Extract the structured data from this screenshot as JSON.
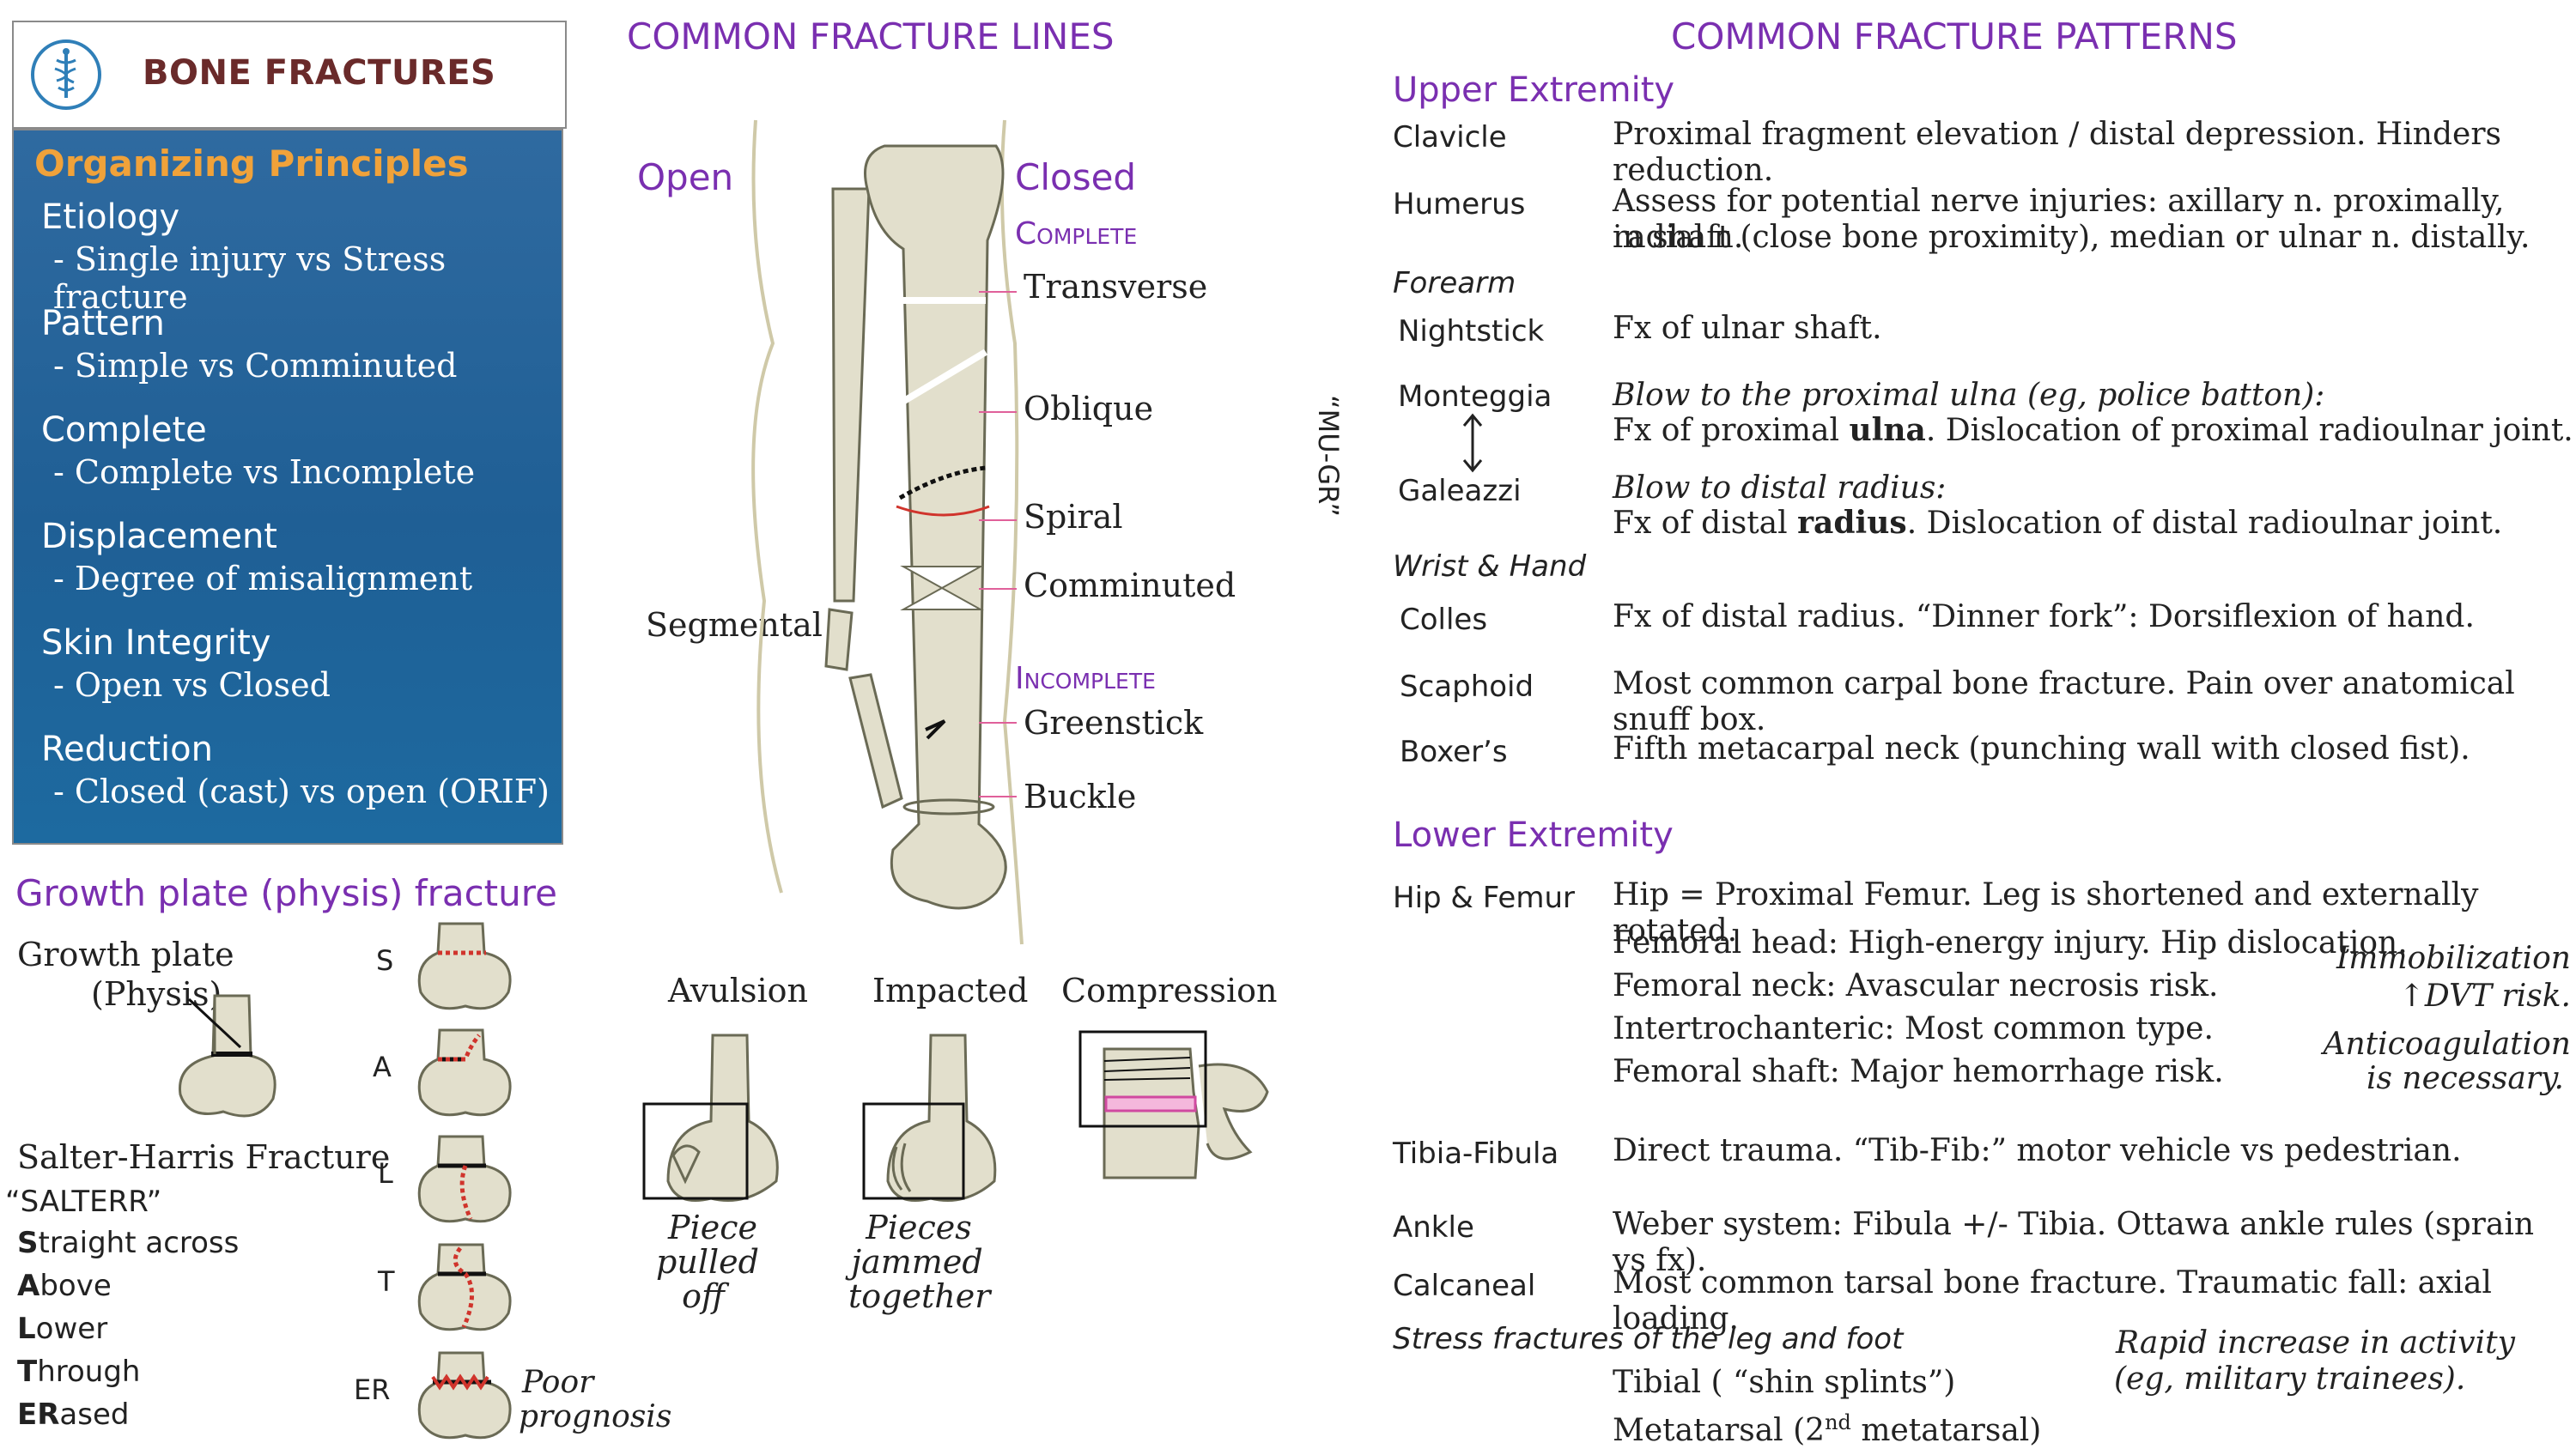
{
  "title": "BONE FRACTURES",
  "principles": {
    "heading": "Organizing Principles",
    "items": [
      {
        "label": "Etiology",
        "sub": "-  Single injury vs Stress fracture"
      },
      {
        "label": "Pattern",
        "sub": "-  Simple vs Comminuted"
      },
      {
        "label": "Complete",
        "sub": "-  Complete vs Incomplete"
      },
      {
        "label": "Displacement",
        "sub": "-  Degree of misalignment"
      },
      {
        "label": "Skin Integrity",
        "sub": "-  Open vs Closed"
      },
      {
        "label": "Reduction",
        "sub": "-  Closed (cast) vs open (ORIF)"
      }
    ]
  },
  "growth": {
    "heading": "Growth plate (physis) fracture",
    "label1": "Growth plate",
    "label2": "(Physis)",
    "salter_title": "Salter-Harris Fracture",
    "mnemonic": "“SALTERR”",
    "mnemonic_lines": [
      {
        "bold": "S",
        "rest": "traight across"
      },
      {
        "bold": "A",
        "rest": "bove"
      },
      {
        "bold": "L",
        "rest": "ower"
      },
      {
        "bold": "T",
        "rest": "hrough"
      },
      {
        "bold": "ER",
        "rest": "ased"
      }
    ],
    "types": [
      "S",
      "A",
      "L",
      "T",
      "ER"
    ],
    "poor1": "Poor",
    "poor2": "prognosis"
  },
  "lines": {
    "heading": "COMMON FRACTURE LINES",
    "open": "Open",
    "closed": "Closed",
    "complete": "Complete",
    "incomplete": "Incomplete",
    "segmental": "Segmental",
    "complete_types": [
      "Transverse",
      "Oblique",
      "Spiral",
      "Comminuted"
    ],
    "incomplete_types": [
      "Greenstick",
      "Buckle"
    ],
    "bottom": [
      {
        "title": "Avulsion",
        "caption": [
          "Piece",
          "pulled",
          "off"
        ]
      },
      {
        "title": "Impacted",
        "caption": [
          "Pieces",
          "jammed",
          "together"
        ]
      },
      {
        "title": "Compression",
        "caption": []
      }
    ]
  },
  "patterns": {
    "heading": "COMMON FRACTURE PATTERNS",
    "upper": "Upper Extremity",
    "clavicle": {
      "name": "Clavicle",
      "desc": "Proximal fragment elevation / distal depression.  Hinders reduction."
    },
    "humerus": {
      "name": "Humerus",
      "desc1": "Assess for potential nerve injuries: axillary n. proximally, radial n.",
      "desc2": "in shaft (close bone proximity), median or ulnar n. distally."
    },
    "forearm": "Forearm",
    "nightstick": {
      "name": "Nightstick",
      "desc": "Fx of ulnar shaft."
    },
    "mugr": "“MU-GR”",
    "monteggia": {
      "name": "Monteggia",
      "italic": "Blow to the proximal ulna (eg, police batton):",
      "pre": "Fx of proximal ",
      "bold": "ulna",
      "post": ".  Dislocation of proximal radioulnar joint."
    },
    "galeazzi": {
      "name": "Galeazzi",
      "italic": "Blow to distal radius:",
      "pre": "Fx of distal ",
      "bold": "radius",
      "post": ".  Dislocation of distal radioulnar joint."
    },
    "wrist": "Wrist & Hand",
    "colles": {
      "name": "Colles",
      "desc": "Fx of distal radius.  “Dinner fork”: Dorsiflexion of hand."
    },
    "scaphoid": {
      "name": "Scaphoid",
      "desc": "Most common carpal bone fracture. Pain over anatomical snuff box."
    },
    "boxers": {
      "name": "Boxer’s",
      "desc": "Fifth metacarpal neck (punching wall with closed fist)."
    },
    "lower": "Lower Extremity",
    "hip": {
      "name": "Hip & Femur",
      "lines": [
        "Hip = Proximal Femur.  Leg is shortened and externally rotated.",
        "Femoral head: High-energy injury.  Hip dislocation.",
        "Femoral neck: Avascular necrosis risk.",
        "Intertrochanteric:  Most common type.",
        "Femoral shaft: Major hemorrhage risk."
      ]
    },
    "immob": [
      "Immobilization",
      "↑DVT risk.",
      "Anticoagulation",
      "is necessary."
    ],
    "tibia": {
      "name": "Tibia-Fibula",
      "desc": "Direct trauma.  “Tib-Fib:” motor vehicle vs pedestrian."
    },
    "ankle": {
      "name": "Ankle",
      "desc": "Weber system: Fibula +/- Tibia.  Ottawa ankle rules (sprain vs fx)."
    },
    "calcaneal": {
      "name": "Calcaneal",
      "desc": "Most common tarsal bone fracture.  Traumatic fall: axial loading."
    },
    "stress": {
      "heading": "Stress fractures of the leg and foot",
      "tibial": "Tibial ( “shin splints”)",
      "meta_pre": "Metatarsal (2",
      "meta_sup": "nd",
      "meta_post": " metatarsal)",
      "note1": "Rapid increase in activity",
      "note2": "(eg, military trainees)."
    }
  },
  "colors": {
    "accent_purple": "#7a2fb0",
    "box_blue": "#1f5f95",
    "orange": "#f0a23a",
    "fracture_red": "#d0342c",
    "bone": "#e2dfcc"
  }
}
